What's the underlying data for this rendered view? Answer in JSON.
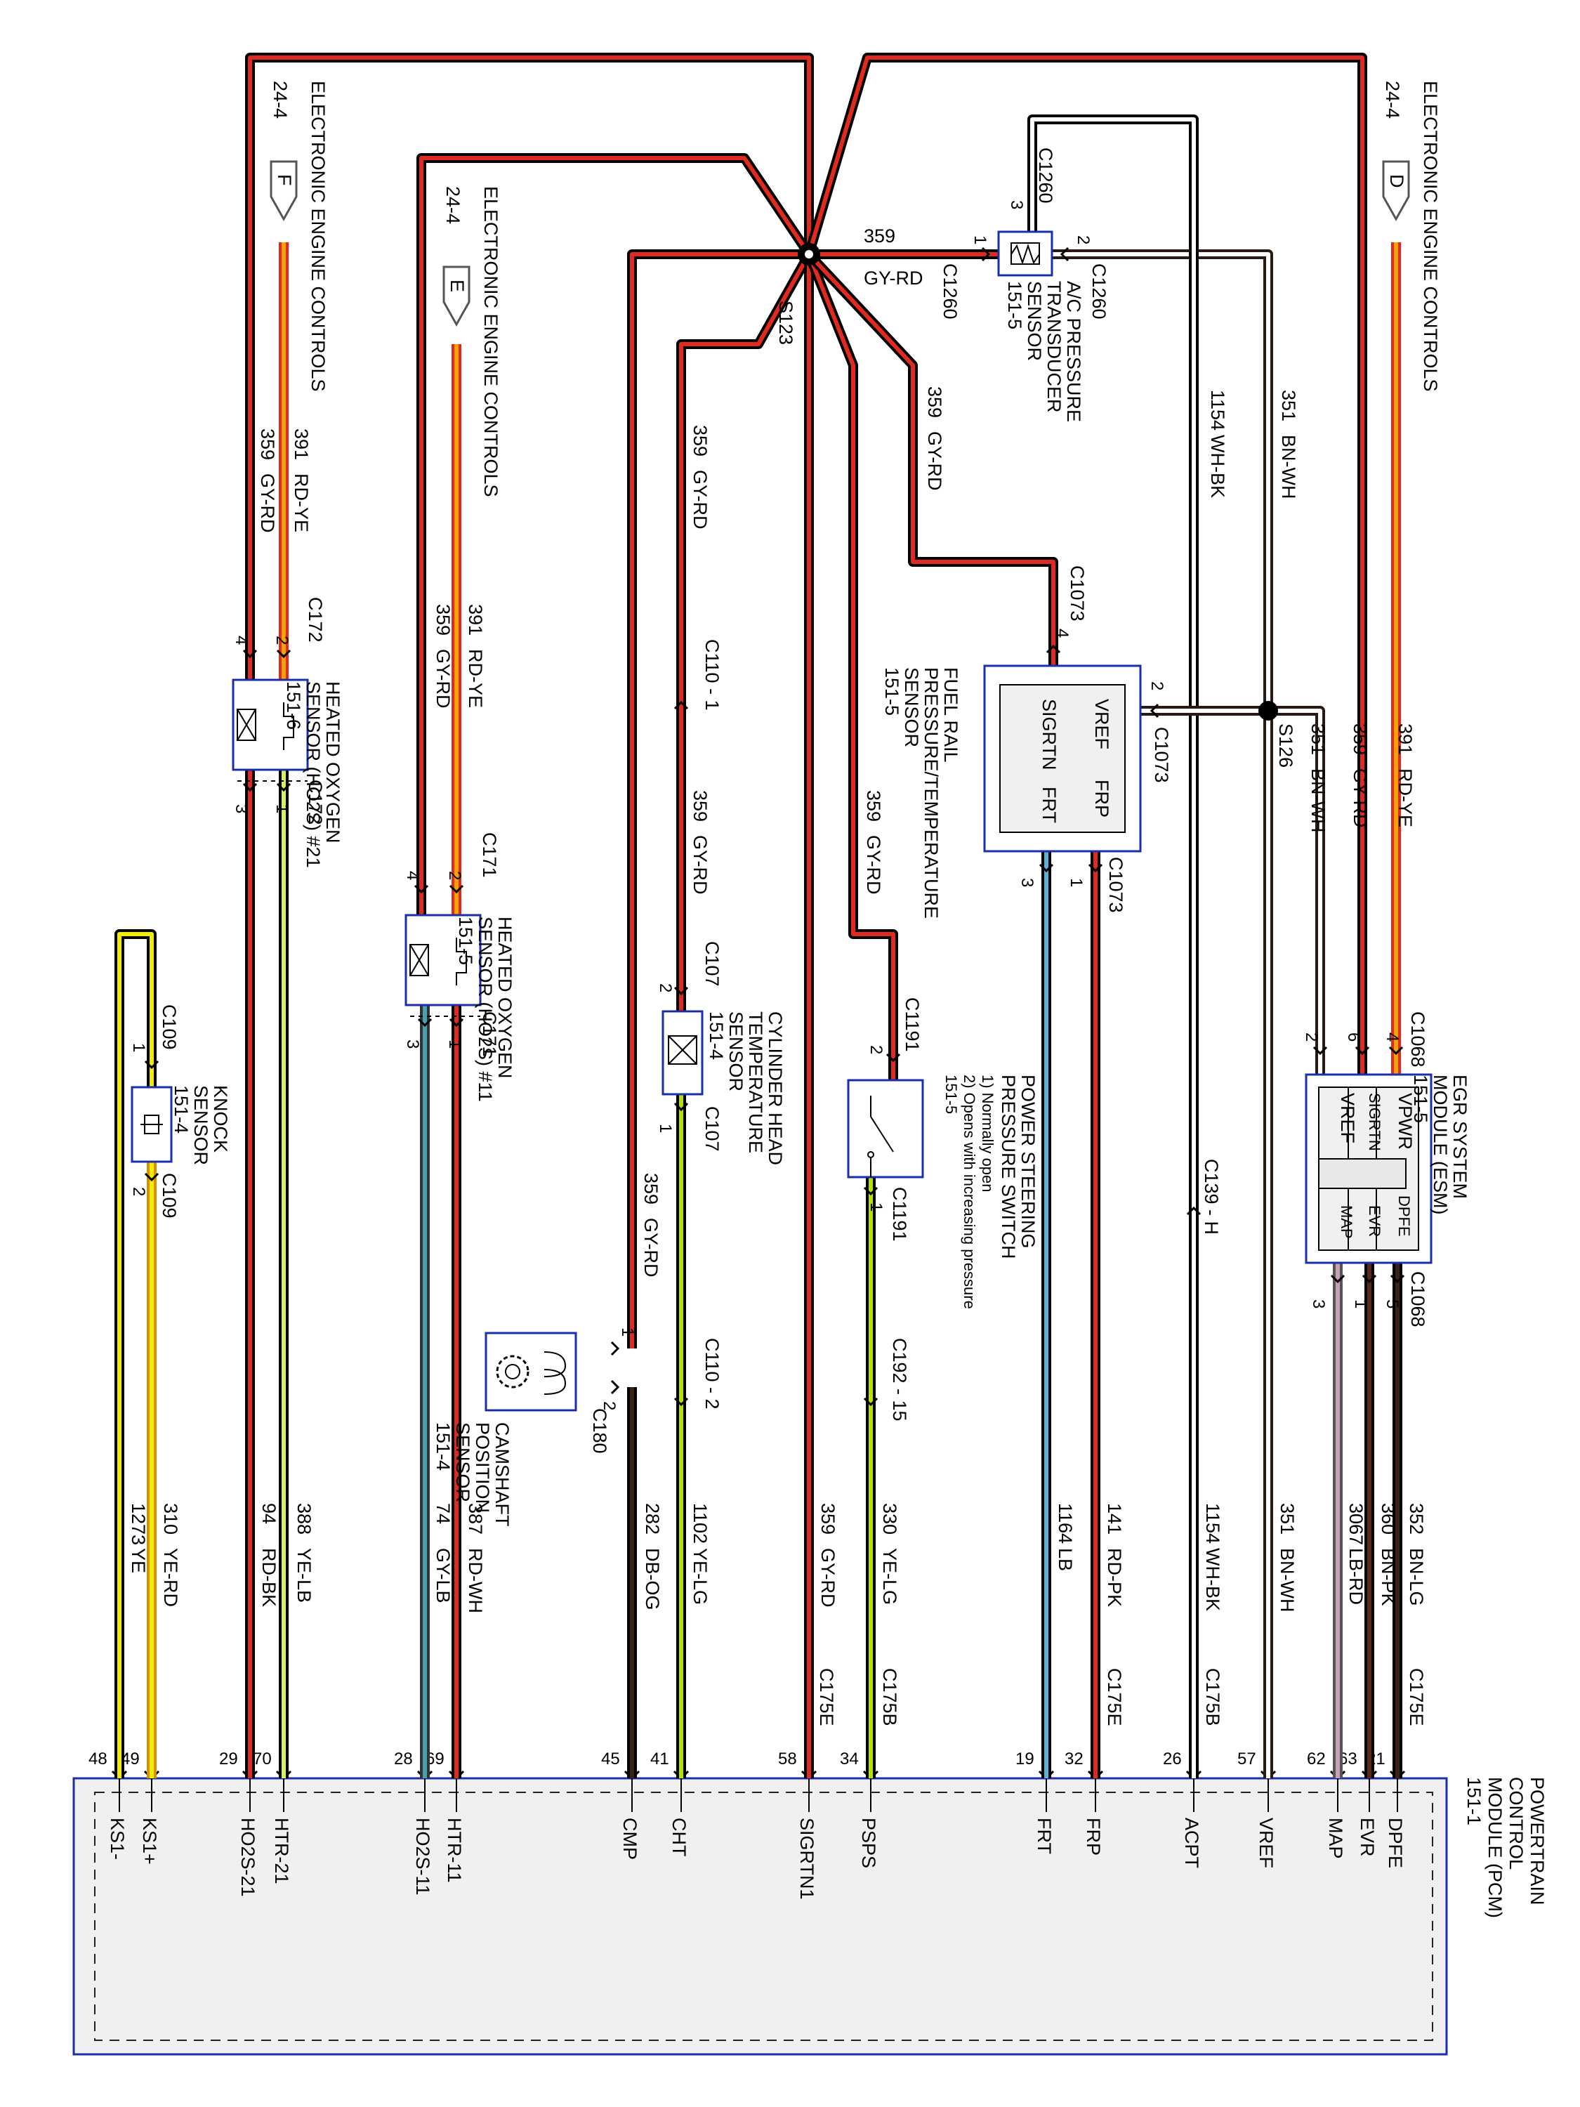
{
  "refs": {
    "f": {
      "page": "24-4",
      "letter": "F",
      "title": "ELECTRONIC ENGINE CONTROLS"
    },
    "e": {
      "page": "24-4",
      "letter": "E",
      "title": "ELECTRONIC ENGINE CONTROLS"
    },
    "d": {
      "page": "24-4",
      "letter": "D",
      "title": "ELECTRONIC ENGINE CONTROLS"
    }
  },
  "splices": {
    "s123": "S123",
    "s126": "S126"
  },
  "components": {
    "ho2s21": {
      "l1": "HEATED OXYGEN",
      "l2": "SENSOR (HO2S) #21",
      "l3": "151-6"
    },
    "ho2s11": {
      "l1": "HEATED OXYGEN",
      "l2": "SENSOR (HO2S) #11",
      "l3": "151-5"
    },
    "knock": {
      "l1": "KNOCK",
      "l2": "SENSOR",
      "l3": "151-4"
    },
    "cmp": {
      "l1": "CAMSHAFT",
      "l2": "POSITION",
      "l3": "SENSOR",
      "l4": "151-4"
    },
    "cht": {
      "l1": "CYLINDER HEAD",
      "l2": "TEMPERATURE",
      "l3": "SENSOR",
      "l4": "151-4"
    },
    "pss": {
      "l1": "POWER STEERING",
      "l2": "PRESSURE SWITCH",
      "l3": "1) Normally open",
      "l4": "2) Opens with increasing pressure",
      "l5": "151-5"
    },
    "frp": {
      "l1": "FUEL RAIL",
      "l2": "PRESSURE/TEMPERATURE",
      "l3": "SENSOR",
      "l4": "151-5",
      "vref": "VREF",
      "frp": "FRP",
      "sigrtn": "SIGRTN",
      "frt": "FRT"
    },
    "acpt": {
      "l1": "A/C PRESSURE",
      "l2": "TRANSDUCER",
      "l3": "SENSOR",
      "l4": "151-5"
    },
    "esm": {
      "l1": "EGR SYSTEM",
      "l2": "MODULE (ESM)",
      "l3": "151-5",
      "vpwr": "VPWR",
      "sigrtn": "SIGRTN",
      "vref": "VREF",
      "dpfe": "DPFE",
      "evr": "EVR",
      "map": "MAP"
    },
    "pcm": {
      "l1": "POWERTRAIN",
      "l2": "CONTROL",
      "l3": "MODULE (PCM)",
      "l4": "151-1"
    }
  },
  "connectors": {
    "c172": "C172",
    "c171": "C171",
    "c109": "C109",
    "c180": "C180",
    "c107": "C107",
    "c110_1": "C110 - 1",
    "c110_2": "C110 - 2",
    "c1191": "C1191",
    "c192": "C192 - 15",
    "c1073": "C1073",
    "c1260": "C1260",
    "c1068": "C1068",
    "c139": "C139 - H",
    "c175e": "C175E",
    "c175b": "C175B"
  },
  "wires": {
    "w391": {
      "num": "391",
      "color": "RD-YE"
    },
    "w359": {
      "num": "359",
      "color": "GY-RD"
    },
    "w351": {
      "num": "351",
      "color": "BN-WH"
    },
    "w1154": {
      "num": "1154",
      "color": "WH-BK"
    },
    "w310": {
      "num": "310",
      "color": "YE-RD"
    },
    "w1273": {
      "num": "1273",
      "color": "YE"
    },
    "w94": {
      "num": "94",
      "color": "RD-BK"
    },
    "w388": {
      "num": "388",
      "color": "YE-LB"
    },
    "w74": {
      "num": "74",
      "color": "GY-LB"
    },
    "w387": {
      "num": "387",
      "color": "RD-WH"
    },
    "w282": {
      "num": "282",
      "color": "DB-OG"
    },
    "w1102": {
      "num": "1102",
      "color": "YE-LG"
    },
    "w330": {
      "num": "330",
      "color": "YE-LG"
    },
    "w1164": {
      "num": "1164",
      "color": "LB"
    },
    "w141": {
      "num": "141",
      "color": "RD-PK"
    },
    "w3067": {
      "num": "3067",
      "color": "LB-RD"
    },
    "w360": {
      "num": "360",
      "color": "BN-PK"
    },
    "w352": {
      "num": "352",
      "color": "BN-LG"
    }
  },
  "pcm_pins": [
    {
      "pin": "48",
      "label": "KS1-"
    },
    {
      "pin": "49",
      "label": "KS1+"
    },
    {
      "pin": "29",
      "label": "HO2S-21"
    },
    {
      "pin": "70",
      "label": "HTR-21"
    },
    {
      "pin": "28",
      "label": "HO2S-11"
    },
    {
      "pin": "69",
      "label": "HTR-11"
    },
    {
      "pin": "45",
      "label": "CMP"
    },
    {
      "pin": "41",
      "label": "CHT"
    },
    {
      "pin": "58",
      "label": "SIGRTN1"
    },
    {
      "pin": "34",
      "label": "PSPS"
    },
    {
      "pin": "19",
      "label": "FRT"
    },
    {
      "pin": "32",
      "label": "FRP"
    },
    {
      "pin": "26",
      "label": "ACPT"
    },
    {
      "pin": "57",
      "label": "VREF"
    },
    {
      "pin": "62",
      "label": "MAP"
    },
    {
      "pin": "63",
      "label": "EVR"
    },
    {
      "pin": "21",
      "label": "DPFE"
    }
  ],
  "pins": {
    "p1": "1",
    "p2": "2",
    "p3": "3",
    "p4": "4",
    "p5": "5",
    "p6": "6"
  },
  "colors": {
    "red": "#e0291f",
    "yellow": "#f2ec00",
    "lgreen": "#b6e000",
    "lblue": "#55b4d8",
    "pcm_border": "#1a2fa8",
    "pcm_fill": "#f0f0f0"
  }
}
